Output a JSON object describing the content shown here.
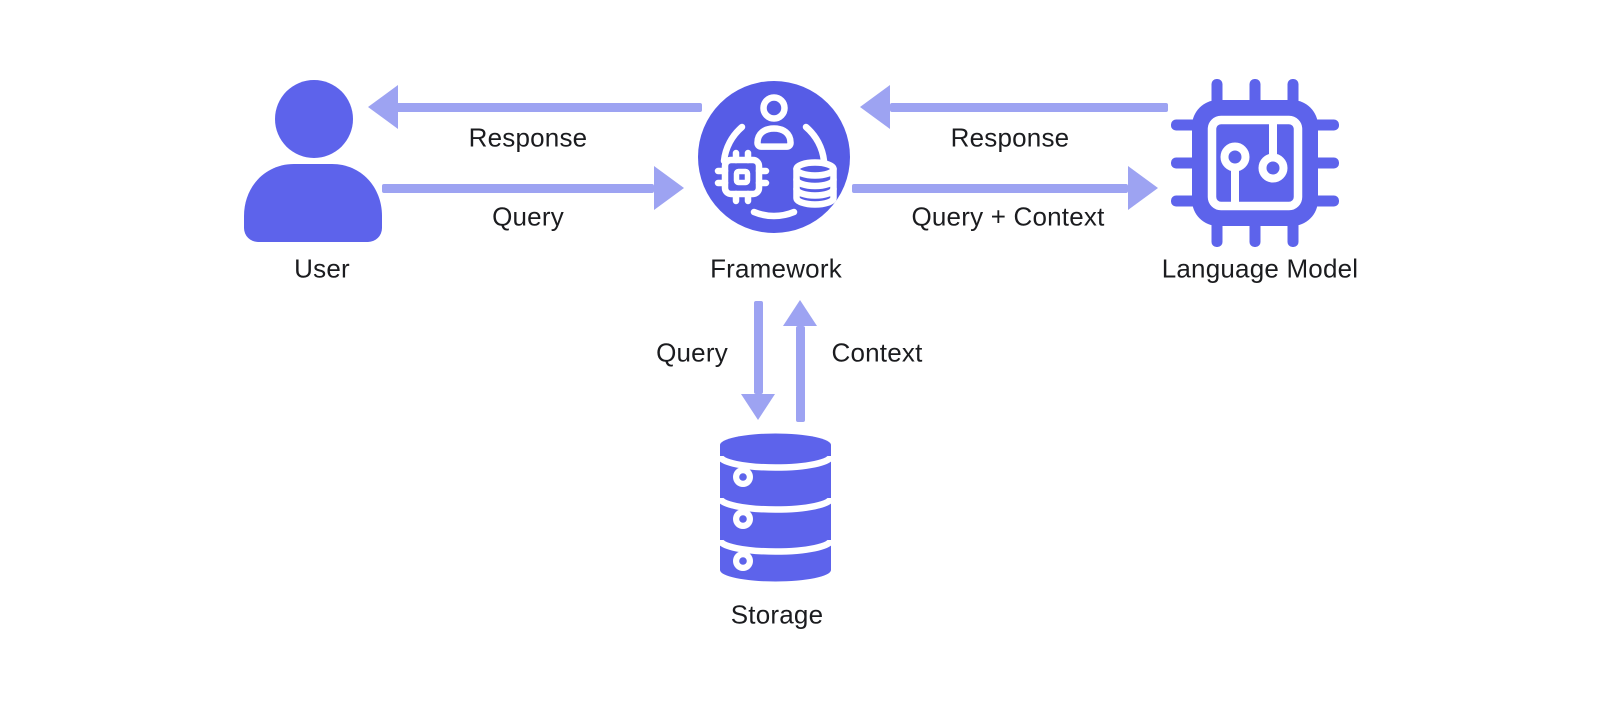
{
  "colors": {
    "node_purple": "#5D63EB",
    "framework_purple": "#565CE6",
    "arrow_purple": "#9DA3F2",
    "label_text": "#1B1C1F",
    "background": "#FFFFFF",
    "icon_detail": "#FFFFFF"
  },
  "nodes": {
    "user": {
      "label": "User",
      "icon": "user-icon"
    },
    "framework": {
      "label": "Framework",
      "icon": "framework-cycle-icon"
    },
    "language_model": {
      "label": "Language Model",
      "icon": "chip-icon"
    },
    "storage": {
      "label": "Storage",
      "icon": "database-icon"
    }
  },
  "edges": {
    "framework_to_user": {
      "label": "Response",
      "from": "Framework",
      "to": "User",
      "direction": "left"
    },
    "user_to_framework": {
      "label": "Query",
      "from": "User",
      "to": "Framework",
      "direction": "right"
    },
    "language_model_to_framework": {
      "label": "Response",
      "from": "Language Model",
      "to": "Framework",
      "direction": "left"
    },
    "framework_to_language_model": {
      "label": "Query + Context",
      "from": "Framework",
      "to": "Language Model",
      "direction": "right"
    },
    "framework_to_storage": {
      "label": "Query",
      "from": "Framework",
      "to": "Storage",
      "direction": "down"
    },
    "storage_to_framework": {
      "label": "Context",
      "from": "Storage",
      "to": "Framework",
      "direction": "up"
    }
  }
}
